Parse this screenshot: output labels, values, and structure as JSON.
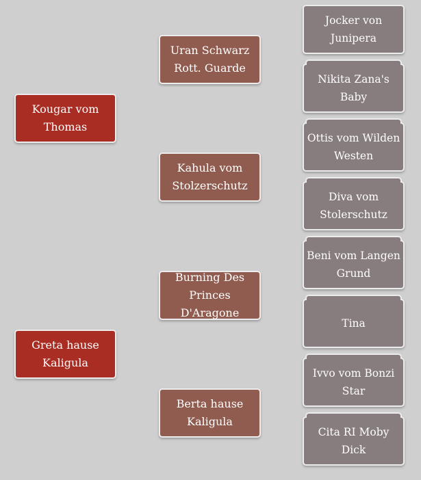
{
  "pedigree": {
    "parents": [
      {
        "name": "Kougar vom Thomas"
      },
      {
        "name": "Greta hause Kaligula"
      }
    ],
    "grandparents": [
      {
        "name": "Uran Schwarz Rott. Guarde"
      },
      {
        "name": "Kahula vom Stolzerschutz"
      },
      {
        "name": "Burning Des Princes D'Aragone"
      },
      {
        "name": "Berta hause Kaligula"
      }
    ],
    "great_grandparents": [
      {
        "name": "Jocker von Junipera"
      },
      {
        "name": "Nikita Zana's Baby"
      },
      {
        "name": "Ottis vom Wilden Westen"
      },
      {
        "name": "Diva vom Stolerschutz"
      },
      {
        "name": "Beni vom Langen Grund"
      },
      {
        "name": "Tina"
      },
      {
        "name": "Ivvo vom Bonzi Star"
      },
      {
        "name": "Cita RI Moby Dick"
      }
    ],
    "colors": {
      "background": "#cfcfcf",
      "parent_box": "#a92d23",
      "grandparent_box": "#915c50",
      "great_grandparent_box": "#877c7e",
      "border": "#ececec",
      "text": "#ffffff"
    }
  }
}
